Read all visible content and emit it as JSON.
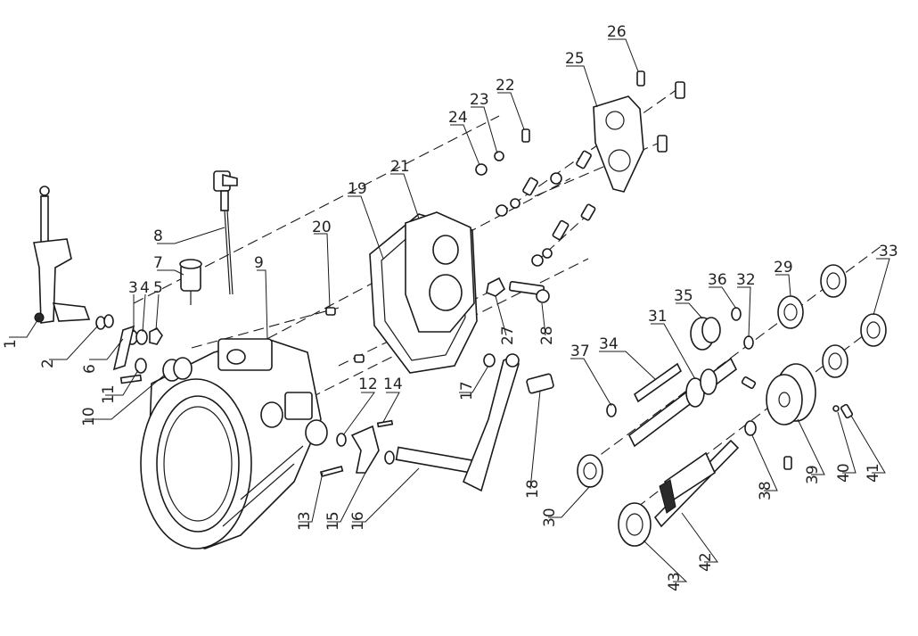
{
  "labels": [
    {
      "id": "1",
      "text": "1"
    },
    {
      "id": "2",
      "text": "2"
    },
    {
      "id": "3",
      "text": "3"
    },
    {
      "id": "4",
      "text": "4"
    },
    {
      "id": "5",
      "text": "5"
    },
    {
      "id": "6",
      "text": "6"
    },
    {
      "id": "7",
      "text": "7"
    },
    {
      "id": "8",
      "text": "8"
    },
    {
      "id": "9",
      "text": "9"
    },
    {
      "id": "10",
      "text": "10"
    },
    {
      "id": "11",
      "text": "11"
    },
    {
      "id": "12",
      "text": "12"
    },
    {
      "id": "13",
      "text": "13"
    },
    {
      "id": "14",
      "text": "14"
    },
    {
      "id": "15",
      "text": "15"
    },
    {
      "id": "16",
      "text": "16"
    },
    {
      "id": "17",
      "text": "17"
    },
    {
      "id": "18",
      "text": "18"
    },
    {
      "id": "19",
      "text": "19"
    },
    {
      "id": "20",
      "text": "20"
    },
    {
      "id": "21",
      "text": "21"
    },
    {
      "id": "22",
      "text": "22"
    },
    {
      "id": "23",
      "text": "23"
    },
    {
      "id": "24",
      "text": "24"
    },
    {
      "id": "25",
      "text": "25"
    },
    {
      "id": "26",
      "text": "26"
    },
    {
      "id": "27",
      "text": "27"
    },
    {
      "id": "28",
      "text": "28"
    },
    {
      "id": "29",
      "text": "29"
    },
    {
      "id": "30",
      "text": "30"
    },
    {
      "id": "31",
      "text": "31"
    },
    {
      "id": "32",
      "text": "32"
    },
    {
      "id": "33",
      "text": "33"
    },
    {
      "id": "34",
      "text": "34"
    },
    {
      "id": "35",
      "text": "35"
    },
    {
      "id": "36",
      "text": "36"
    },
    {
      "id": "37",
      "text": "37"
    },
    {
      "id": "38",
      "text": "38"
    },
    {
      "id": "39",
      "text": "39"
    },
    {
      "id": "40",
      "text": "40"
    },
    {
      "id": "41",
      "text": "41"
    },
    {
      "id": "42",
      "text": "42"
    },
    {
      "id": "43",
      "text": "43"
    }
  ]
}
